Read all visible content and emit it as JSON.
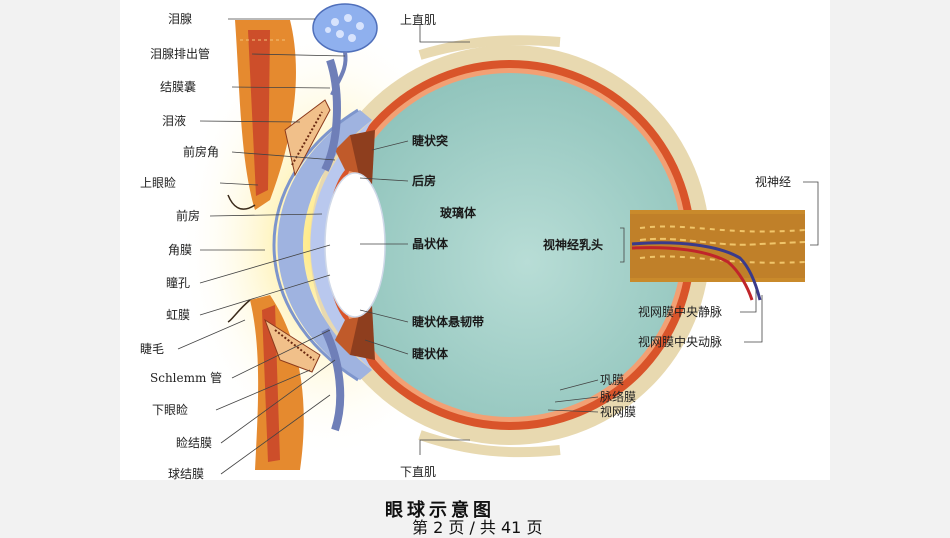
{
  "labels": {
    "lacrimal_gland": "泪腺",
    "lacrimal_duct": "泪腺排出管",
    "conjunctival_sac": "结膜囊",
    "tears": "泪液",
    "anterior_chamber_angle": "前房角",
    "upper_eyelid": "上眼睑",
    "anterior_chamber": "前房",
    "cornea": "角膜",
    "pupil": "瞳孔",
    "iris": "虹膜",
    "eyelash": "睫毛",
    "schlemm_canal": "Schlemm 管",
    "lower_eyelid": "下眼睑",
    "palpebral_conjunctiva": "睑结膜",
    "bulbar_conjunctiva": "球结膜",
    "superior_rectus": "上直肌",
    "ciliary_process": "睫状突",
    "posterior_chamber": "后房",
    "vitreous_body": "玻璃体",
    "lens": "晶状体",
    "zonule": "睫状体悬韧带",
    "ciliary_body": "睫状体",
    "inferior_rectus": "下直肌",
    "optic_disc": "视神经乳头",
    "optic_nerve": "视神经",
    "central_retinal_vein": "视网膜中央静脉",
    "central_retinal_artery": "视网膜中央动脉",
    "sclera": "巩膜",
    "choroid": "脉络膜",
    "retina": "视网膜"
  },
  "caption": "眼球示意图",
  "pager": "第 2 页 / 共 41 页",
  "colors": {
    "vitreous": "#a9d3cc",
    "sclera": "#e8d9b0",
    "choroid": "#d9542a",
    "cornea": "#9fb3e0",
    "lens": "#ffffff",
    "glow": "#f8d85a",
    "optic_nerve": "#c98a2b",
    "lacrimal_gland": "#8fb0ee"
  }
}
